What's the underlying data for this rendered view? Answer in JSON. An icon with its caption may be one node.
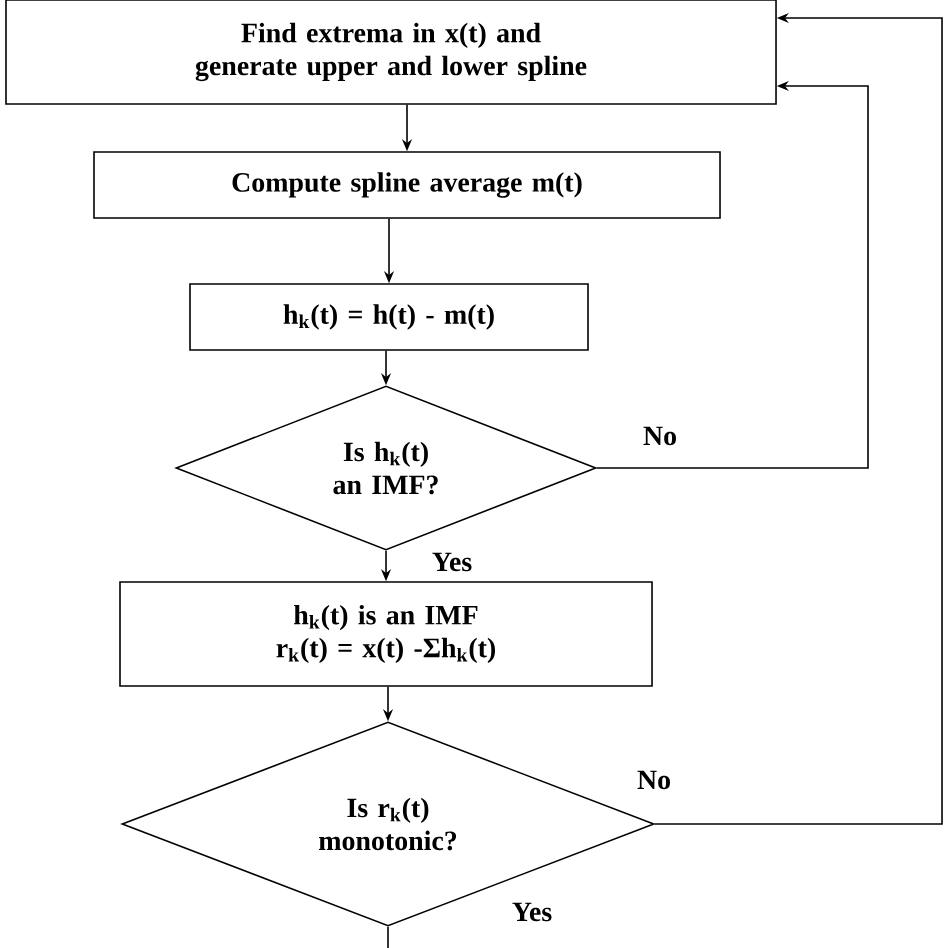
{
  "diagram": {
    "nodes": [
      {
        "text": [
          "Find extrema in x(t) and generate upper and lower spline"
        ]
      },
      {
        "text": [
          "Compute spline average m(t)"
        ]
      },
      {
        "text": [
          "h$_{k}$(t) = h(t) - m(t)"
        ]
      },
      {
        "text": [
          "Is h$_{k}$(t) an IMF?"
        ]
      },
      {
        "text": [
          "h$_{k}$(t) is an IMF",
          "r$_{k}$(t) = x(t) -Σh$_{k}$(t)"
        ]
      },
      {
        "text": [
          "Is r$_{k}$(t) monotonic?"
        ]
      }
    ],
    "edges": [
      {
        "from": 0,
        "to": 1,
        "arrow": "to"
      },
      {
        "from": 1,
        "to": 2,
        "arrow": "to"
      },
      {
        "from": 2,
        "to": 3,
        "arrow": "to"
      },
      {
        "from": 3,
        "to": 4,
        "label": "Yes",
        "arrow": "to"
      },
      {
        "from": 3,
        "to": 0,
        "label": "No",
        "arrow": "to"
      },
      {
        "from": 4,
        "to": 5,
        "arrow": "to"
      },
      {
        "from": 5,
        "to": 0,
        "label": "No",
        "arrow": "to"
      },
      {
        "from": 5,
        "to": null,
        "label": "Yes",
        "arrow": "none"
      }
    ]
  }
}
